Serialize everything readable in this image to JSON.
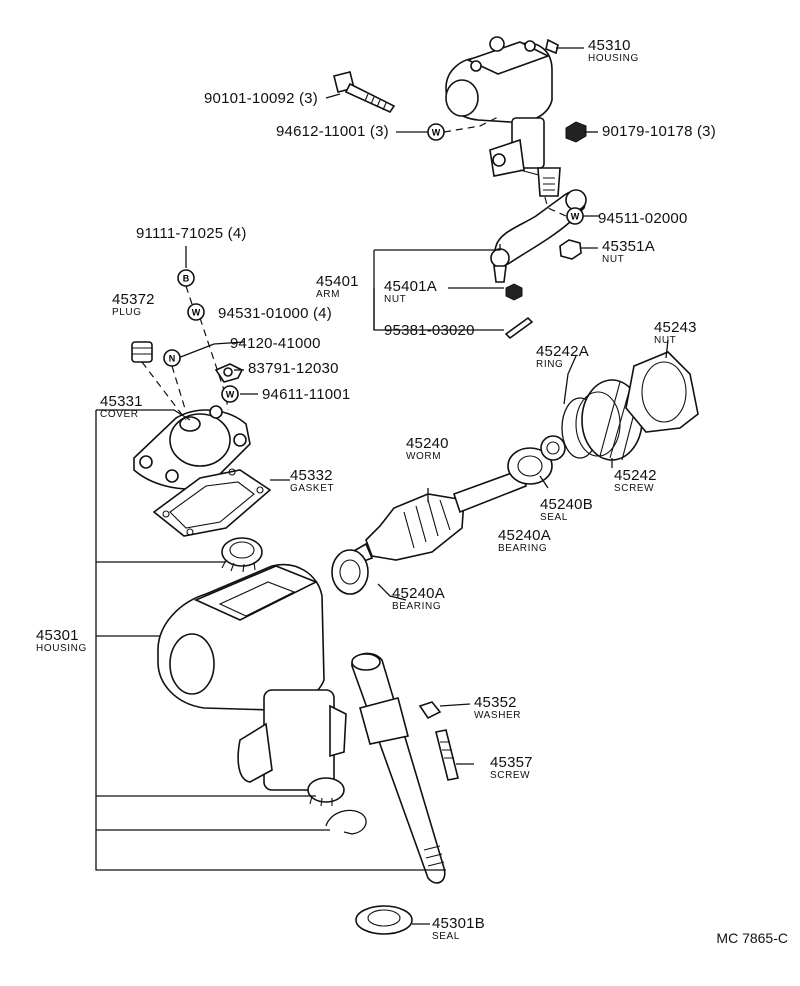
{
  "labels": {
    "l45310": {
      "pn": "45310",
      "name": "HOUSING"
    },
    "l90101": {
      "pn": "90101-10092 (3)"
    },
    "l94612": {
      "pn": "94612-11001 (3)"
    },
    "l90179": {
      "pn": "90179-10178 (3)"
    },
    "l94511": {
      "pn": "94511-02000"
    },
    "l91111": {
      "pn": "91111-71025 (4)"
    },
    "l45351A": {
      "pn": "45351A",
      "name": "NUT"
    },
    "l45401": {
      "pn": "45401",
      "name": "ARM"
    },
    "l45401A": {
      "pn": "45401A",
      "name": "NUT"
    },
    "l45372": {
      "pn": "45372",
      "name": "PLUG"
    },
    "l94531": {
      "pn": "94531-01000 (4)"
    },
    "l95381": {
      "pn": "95381-03020"
    },
    "l94120": {
      "pn": "94120-41000"
    },
    "l83791": {
      "pn": "83791-12030"
    },
    "l94611": {
      "pn": "94611-11001"
    },
    "l45331": {
      "pn": "45331",
      "name": "COVER"
    },
    "l45243": {
      "pn": "45243",
      "name": "NUT"
    },
    "l45242A": {
      "pn": "45242A",
      "name": "RING"
    },
    "l45240": {
      "pn": "45240",
      "name": "WORM"
    },
    "l45332": {
      "pn": "45332",
      "name": "GASKET"
    },
    "l45242": {
      "pn": "45242",
      "name": "SCREW"
    },
    "l45240B": {
      "pn": "45240B",
      "name": "SEAL"
    },
    "l45240A1": {
      "pn": "45240A",
      "name": "BEARING"
    },
    "l45240A2": {
      "pn": "45240A",
      "name": "BEARING"
    },
    "l45301": {
      "pn": "45301",
      "name": "HOUSING"
    },
    "l45352": {
      "pn": "45352",
      "name": "WASHER"
    },
    "l45357": {
      "pn": "45357",
      "name": "SCREW"
    },
    "l45301B": {
      "pn": "45301B",
      "name": "SEAL"
    }
  },
  "markers": {
    "w": "W",
    "b": "B",
    "n": "N"
  },
  "ref_code": "MC 7865-C"
}
